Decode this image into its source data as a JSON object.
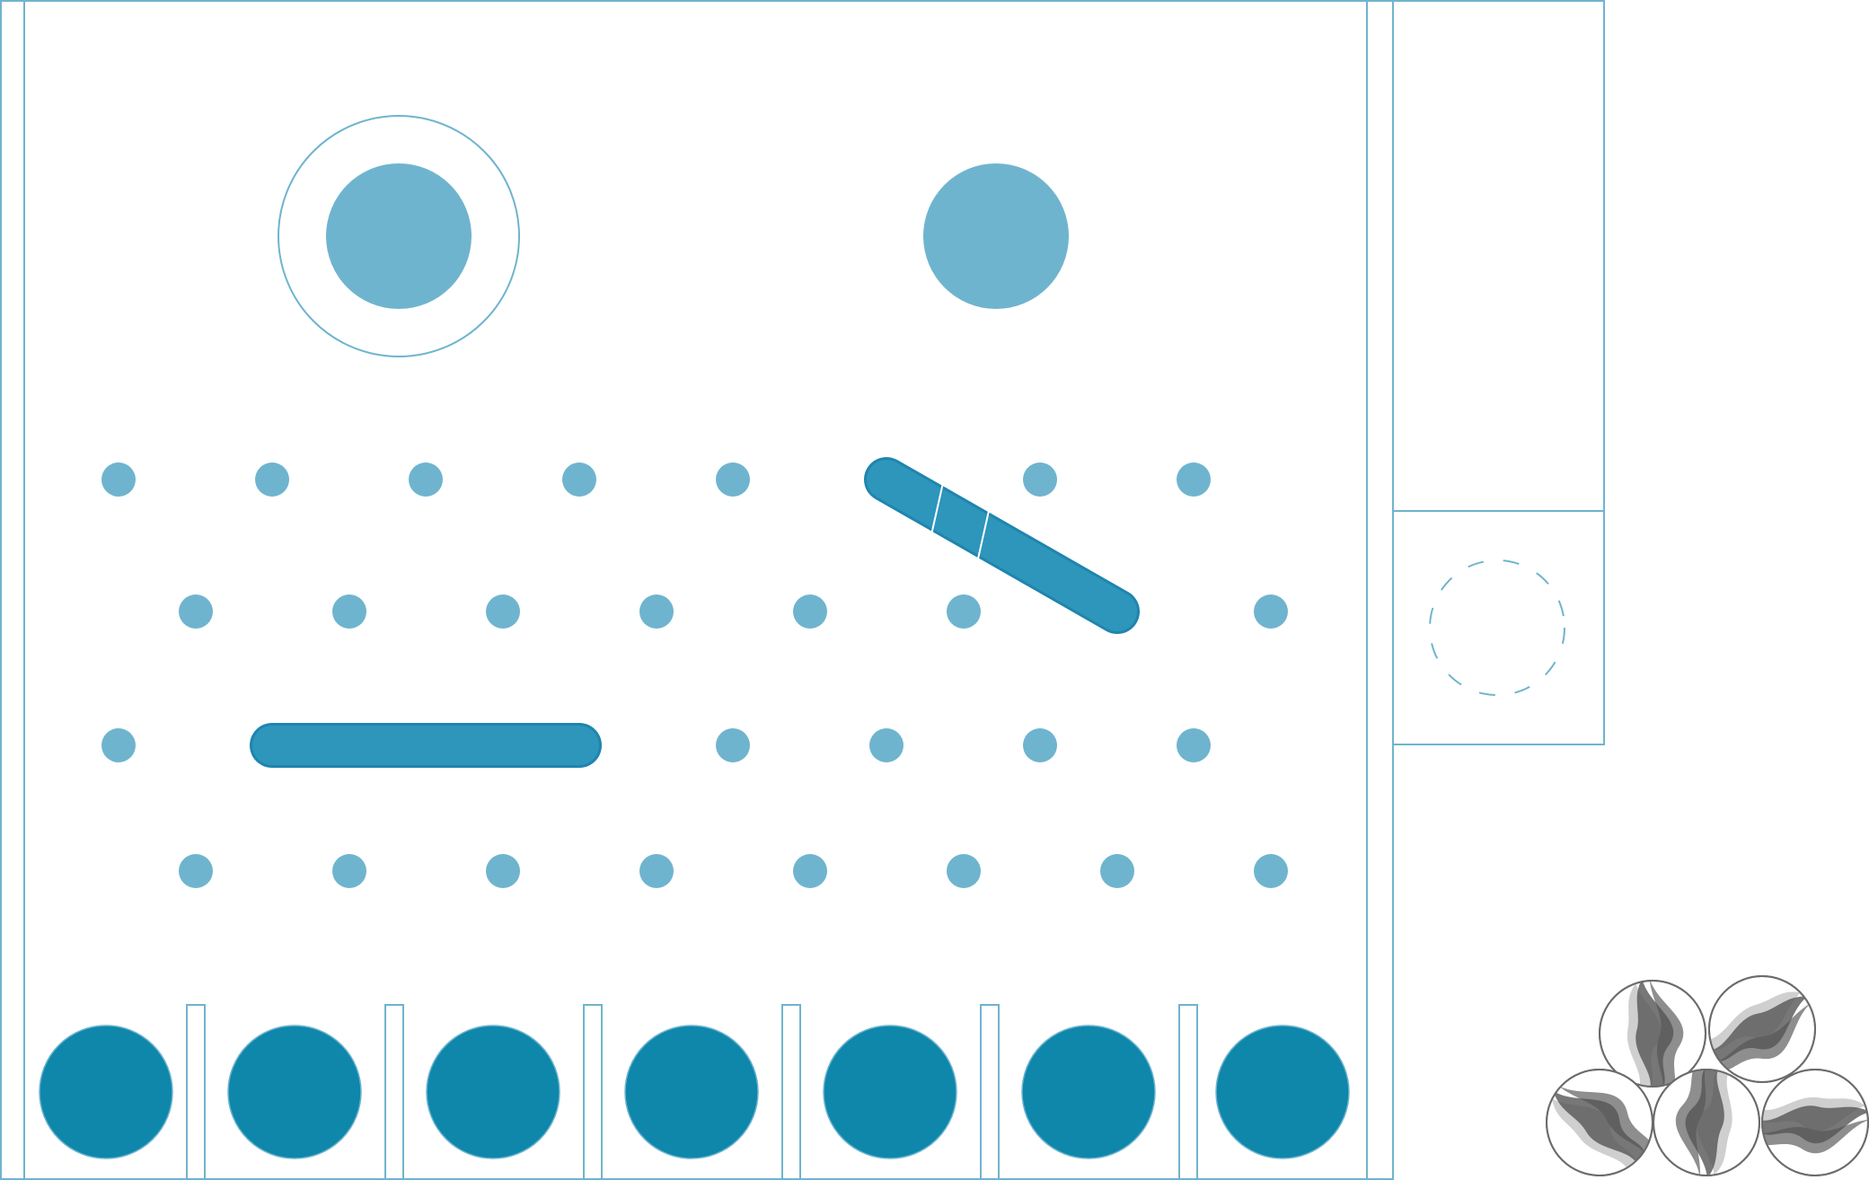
{
  "app": {
    "colors": {
      "frame": "#6FB4CE",
      "peg": "#6FB4CE",
      "bar": "#2E95BB",
      "bar_outline": "#1F85AE",
      "bucket_ball": "#0E87AB",
      "marble_outline": "#6b6b6b",
      "swirl_dark": "#555555",
      "swirl_mid": "#8e8e8e",
      "swirl_light": "#cfcfcf"
    },
    "board": {
      "peg_rows": 4,
      "pegs_per_row": [
        8,
        8,
        8,
        8
      ],
      "bars": [
        {
          "name": "horizontal-bar",
          "from_peg": "row3-col2",
          "to_peg": "row3-col4",
          "segments": 1
        },
        {
          "name": "diagonal-bar",
          "from_peg": "row1-col6",
          "to_peg": "row2-col7",
          "segments": 3
        }
      ],
      "launchers": [
        {
          "name": "launcher-left",
          "selected": true
        },
        {
          "name": "launcher-right",
          "selected": false
        }
      ],
      "buckets": 7,
      "bucket_balls": 7
    },
    "side_panel": {
      "tray_empty": true,
      "drop_slot_empty": true
    },
    "reserve": {
      "marble_count": 5,
      "marbles": [
        {
          "icon": "swirl-marble-icon"
        },
        {
          "icon": "swirl-marble-icon"
        },
        {
          "icon": "swirl-marble-icon"
        },
        {
          "icon": "swirl-marble-icon"
        },
        {
          "icon": "swirl-marble-icon"
        }
      ]
    }
  }
}
